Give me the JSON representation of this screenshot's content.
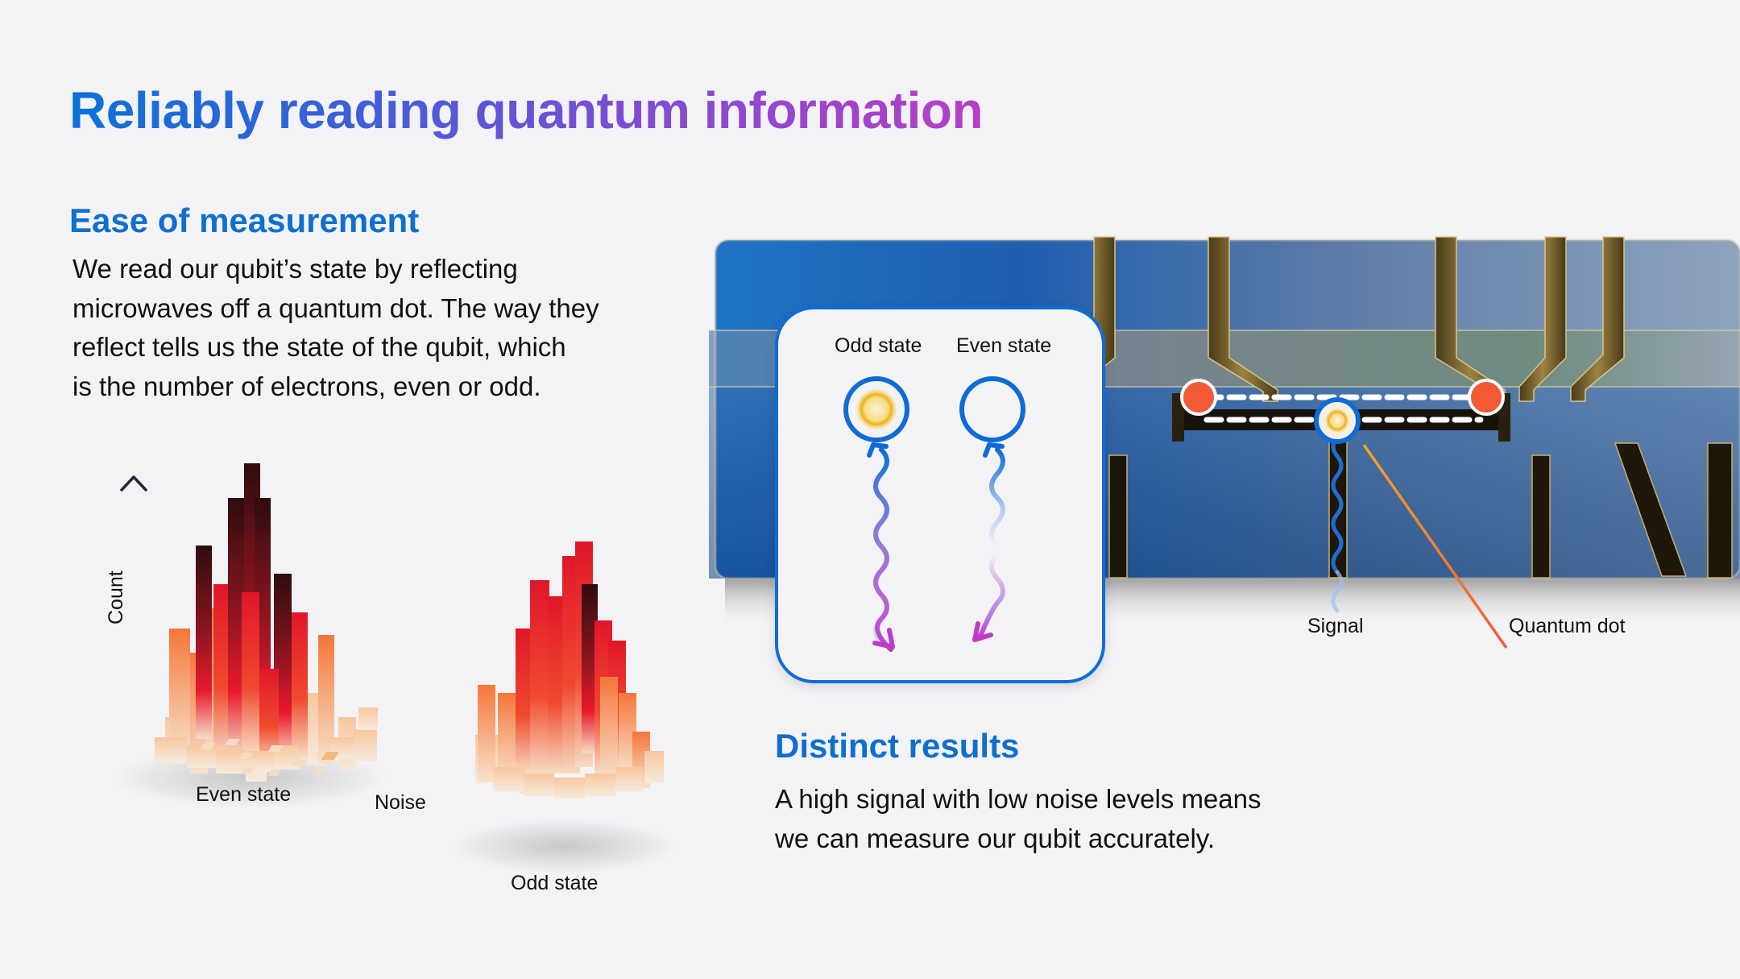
{
  "header": {
    "title": "Reliably reading quantum information",
    "title_gradient": [
      "#0A72D8",
      "#B63FC6"
    ]
  },
  "ease_section": {
    "heading": "Ease of measurement",
    "body_lines": [
      "We read our qubit’s state by reflecting",
      "microwaves off a quantum dot. The way they",
      "reflect tells us the state of the qubit, which",
      "is the number of electrons, even or odd."
    ]
  },
  "histogram": {
    "axis_label": "Count",
    "labels": {
      "even": "Even state",
      "noise": "Noise",
      "odd": "Odd state"
    },
    "colors": {
      "low": "#F5DCC0",
      "mid": "#F57A35",
      "high": "#E0162A",
      "peak": "#3A0E10"
    }
  },
  "inset": {
    "odd_label": "Odd state",
    "even_label": "Even state",
    "border_color": "#0F6CD6",
    "reflect_color": "#BE3CC8"
  },
  "chip": {
    "signal_label": "Signal",
    "quantum_dot_label": "Quantum dot",
    "signal_color": "#0F6CD6",
    "dot_color": "#F25A36"
  },
  "distinct_section": {
    "heading": "Distinct results",
    "body_lines": [
      "A high signal with low noise levels means",
      "we can measure our qubit accurately."
    ]
  },
  "colors": {
    "background": "#F3F3F6",
    "heading_blue": "#0E6FCF"
  }
}
